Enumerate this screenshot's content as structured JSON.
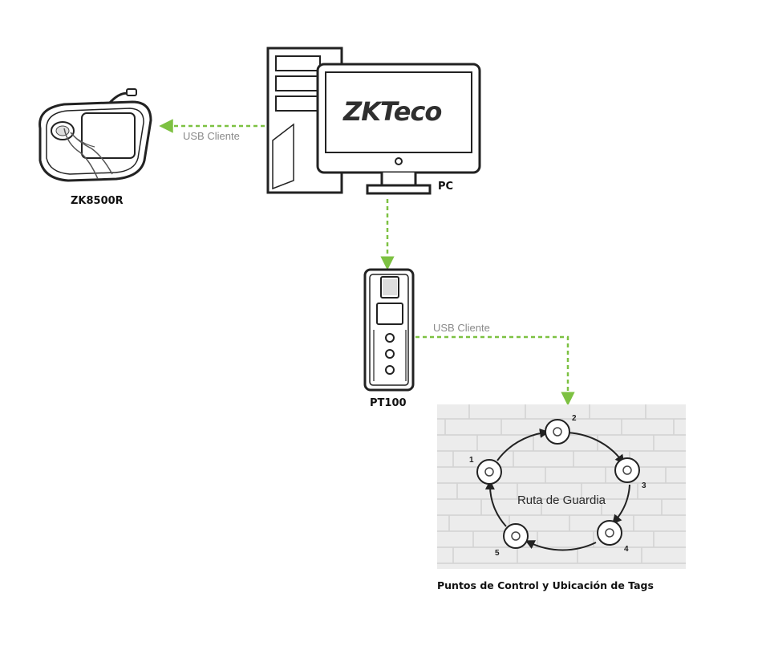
{
  "diagram": {
    "brand_logo_text": "ZKTeco",
    "devices": {
      "reader": {
        "label": "ZK8500R"
      },
      "pc": {
        "label": "PC"
      },
      "terminal": {
        "label": "PT100"
      }
    },
    "connections": {
      "pc_to_reader": {
        "label": "USB Cliente"
      },
      "terminal_to_route": {
        "label": "USB Cliente"
      }
    },
    "route": {
      "center_label": "Ruta de Guardia",
      "caption": "Puntos de Control y Ubicación de Tags",
      "checkpoints": [
        "1",
        "2",
        "3",
        "4",
        "5"
      ]
    },
    "colors": {
      "connector": "#7dc142",
      "logo_green": "#7dc142",
      "logo_dark": "#2f2f2f",
      "wall": "#e9e9e9"
    }
  }
}
